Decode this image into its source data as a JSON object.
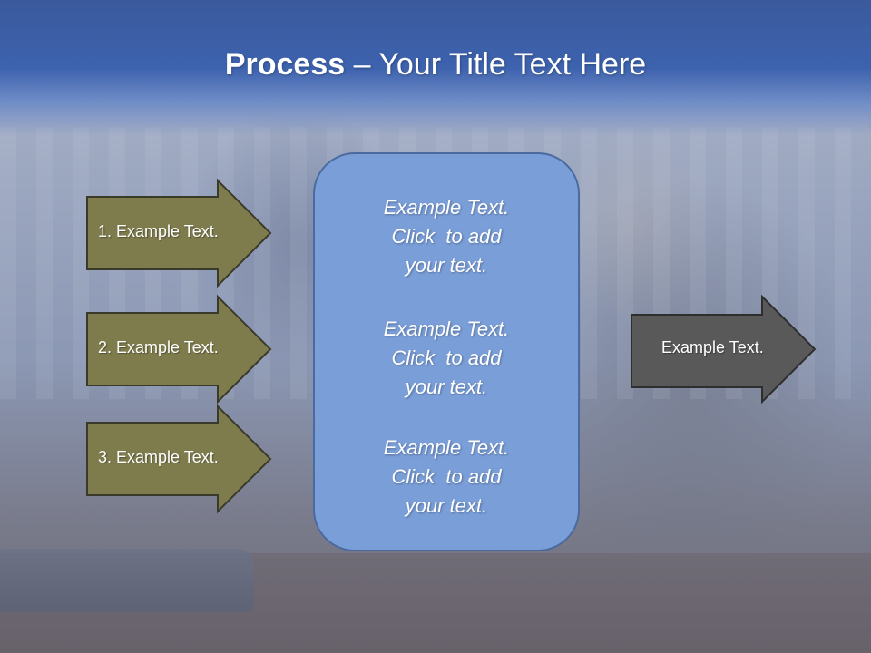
{
  "title": {
    "bold": "Process",
    "rest": " – Your Title Text Here"
  },
  "left_arrows": [
    {
      "label": "1. Example Text."
    },
    {
      "label": "2. Example Text."
    },
    {
      "label": "3. Example Text."
    }
  ],
  "center_box": {
    "blocks": [
      {
        "line1": "Example Text.",
        "line2": "Click  to add",
        "line3": "your text."
      },
      {
        "line1": "Example Text.",
        "line2": "Click  to add",
        "line3": "your text."
      },
      {
        "line1": "Example Text.",
        "line2": "Click  to add",
        "line3": "your text."
      }
    ]
  },
  "right_arrow": {
    "label": "Example Text."
  },
  "colors": {
    "banner": "#3d62ae",
    "left_arrow_fill": "#7e7c4c",
    "center_box_fill": "#7a9ed8",
    "right_arrow_fill": "#595959"
  }
}
